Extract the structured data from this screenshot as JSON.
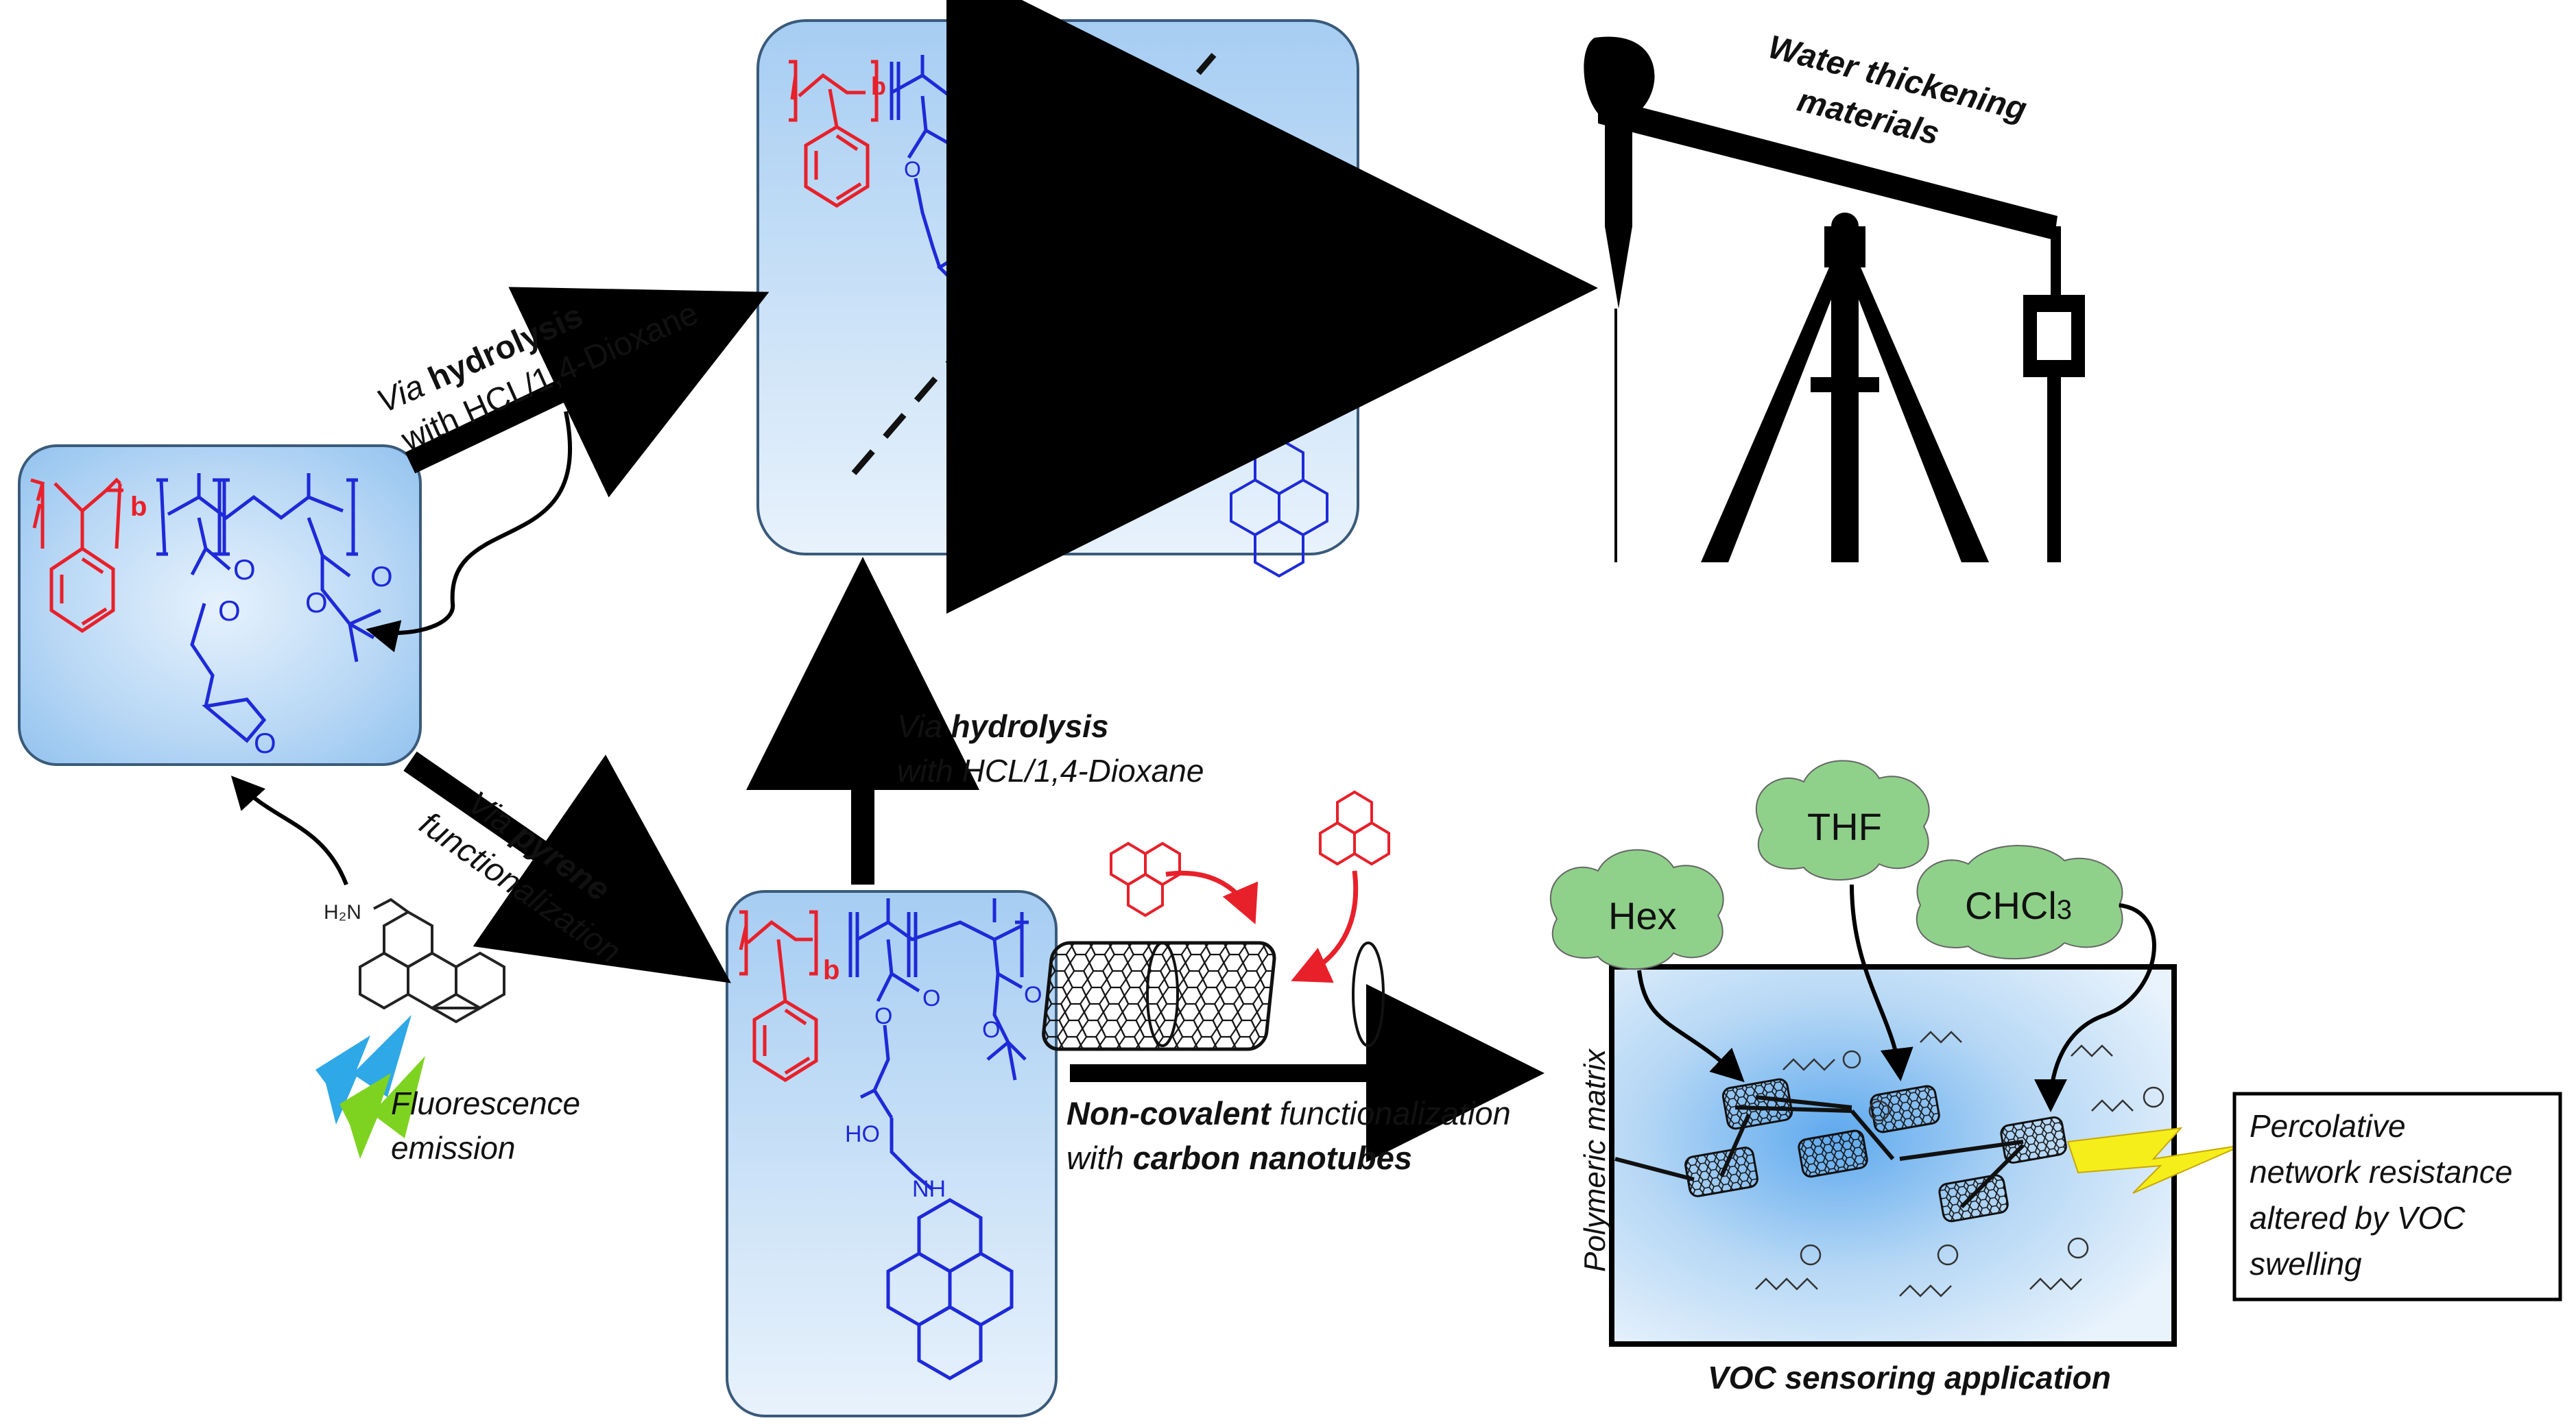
{
  "labels": {
    "block_marker": "b",
    "hydro_top": {
      "via": "Via ",
      "bold": "hydrolysis",
      "line2": "with HCL/1,4-Dioxane"
    },
    "hydro_mid": {
      "via": "Via ",
      "bold": "hydrolysis",
      "line2": "with HCL/1,4-Dioxane"
    },
    "pyrene": {
      "via": "Via ",
      "bold": "pyrene",
      "line2": "functionalization"
    },
    "fluorescence": [
      "Fluorescence",
      "emission"
    ],
    "water": [
      "Water thickening",
      "materials"
    ],
    "noncov": {
      "bold1": "Non-covalent",
      "rest1": " functionalization",
      "rest2": "with ",
      "bold2": "carbon nanotubes"
    },
    "polymeric_matrix": "Polymeric matrix",
    "voc_app": "VOC sensoring application",
    "percolative": [
      "Percolative",
      "network resistance",
      "altered by VOC",
      "swelling"
    ],
    "clouds": [
      "Hex",
      "THF",
      "CHCl"
    ],
    "cloud_sub": "3",
    "atoms": {
      "O": "O",
      "OH": "OH",
      "HO": "HO",
      "NH": "NH",
      "H2N": "H₂N"
    }
  },
  "colors": {
    "styrene": "#e8202a",
    "acrylate": "#1e2ad8",
    "box_edge": "#3a5a7a",
    "cloud": "#8fd18a",
    "bolt_yellow": "#f5ee1b",
    "bolt_blue": "#2ea8e6",
    "bolt_green": "#7ed321"
  }
}
